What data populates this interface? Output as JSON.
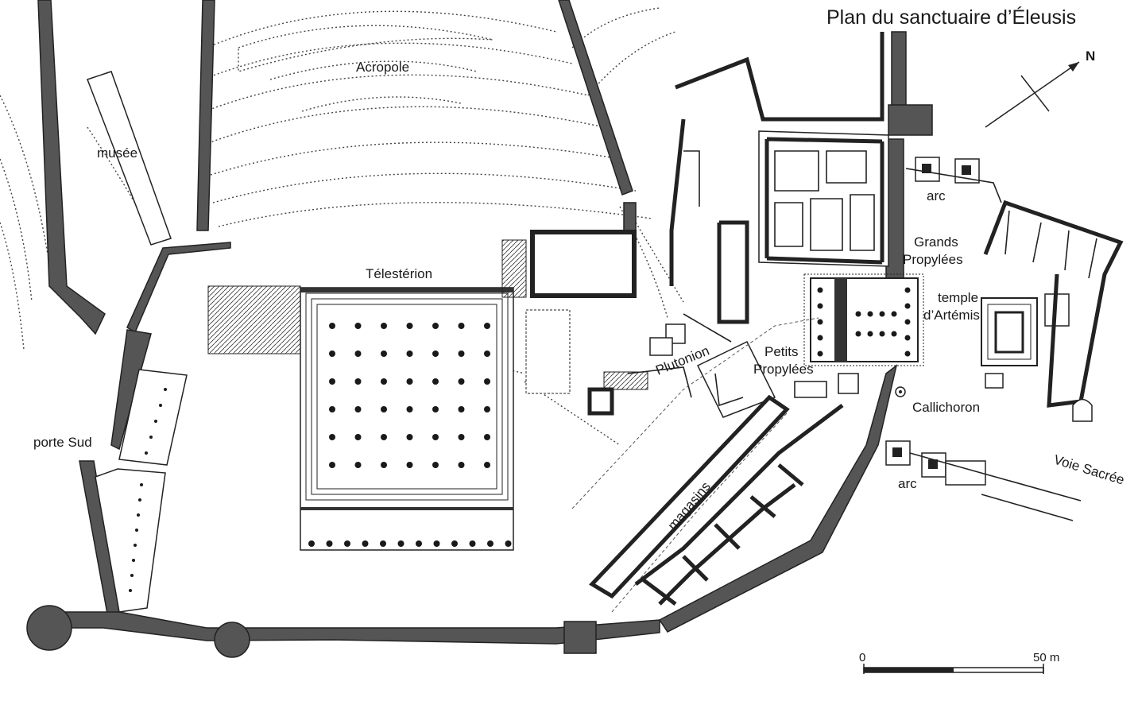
{
  "title": "Plan du sanctuaire d’Éleusis",
  "north_label": "N",
  "labels": {
    "acropole": "Acropole",
    "musee": "musée",
    "telesterion": "Télestérion",
    "plutonion": "Plutonion",
    "petits_1": "Petits",
    "petits_2": "Propylées",
    "grands_1": "Grands",
    "grands_2": "Propylées",
    "temple_1": "temple",
    "temple_2": "d’Artémis",
    "arc_north": "arc",
    "arc_south": "arc",
    "callichoron": "Callichoron",
    "voie_sacree": "Voie Sacrée",
    "magasins": "magasins",
    "porte_sud": "porte Sud"
  },
  "scale": {
    "start": "0",
    "end": "50 m"
  }
}
